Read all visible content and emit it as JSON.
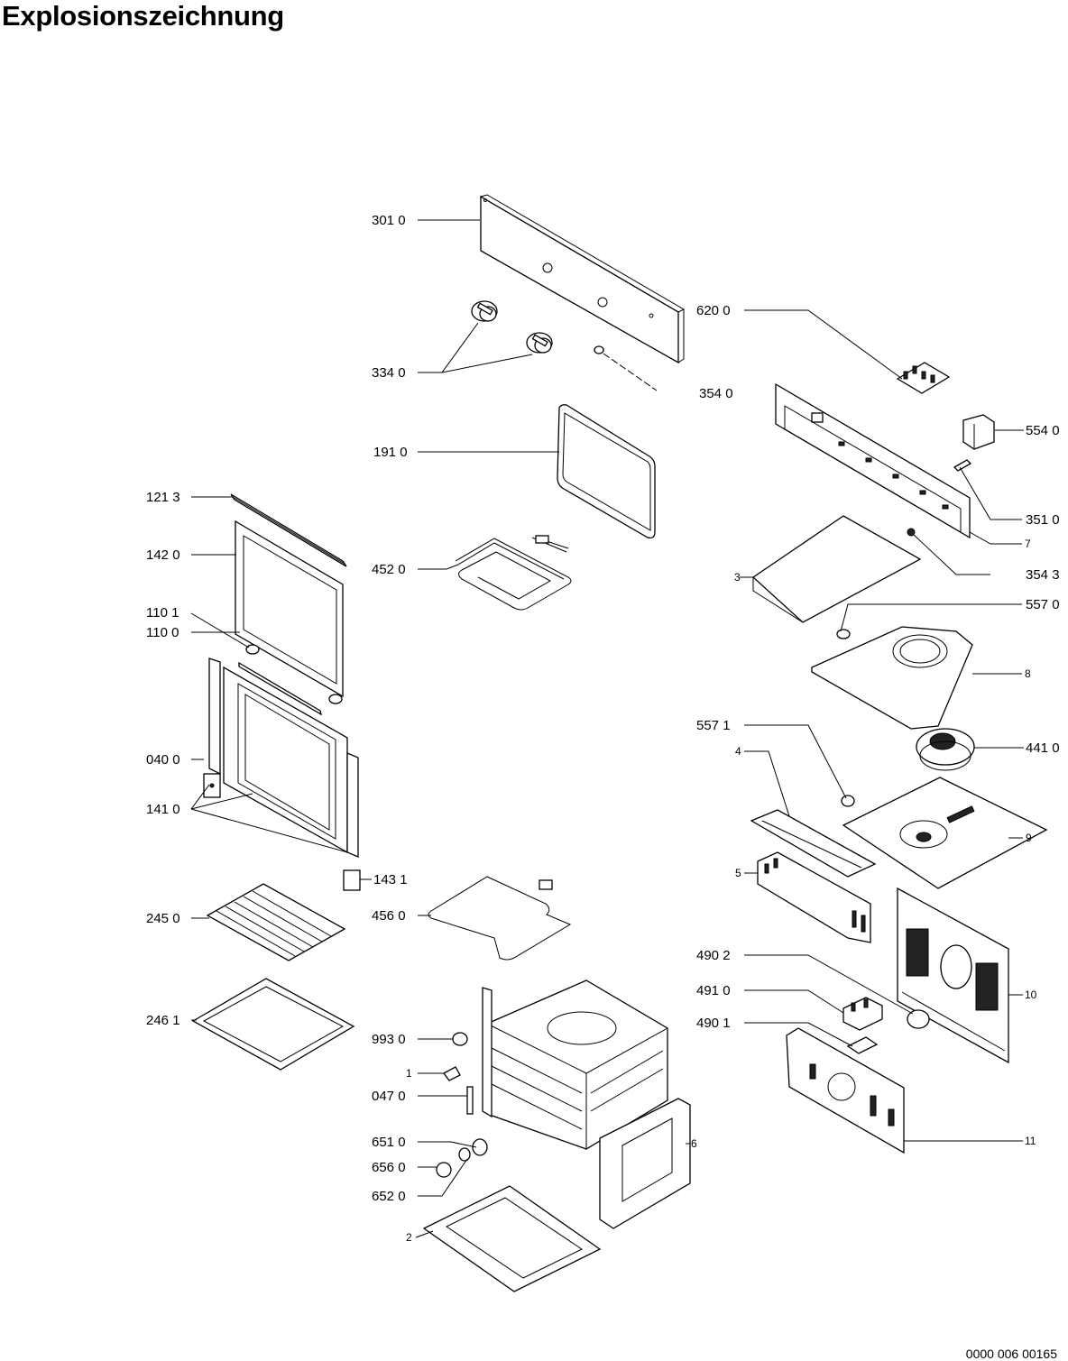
{
  "header": {
    "title": "Explosionszeichnung"
  },
  "footer": {
    "document_number": "0000 006 00165"
  },
  "callouts": [
    {
      "id": "301",
      "text": "301 0"
    },
    {
      "id": "334",
      "text": "334 0"
    },
    {
      "id": "620",
      "text": "620 0"
    },
    {
      "id": "354",
      "text": "354 0"
    },
    {
      "id": "554",
      "text": "554 0"
    },
    {
      "id": "191",
      "text": "191 0"
    },
    {
      "id": "351",
      "text": "351 0"
    },
    {
      "id": "7",
      "text": "7"
    },
    {
      "id": "1213",
      "text": "121 3"
    },
    {
      "id": "142",
      "text": "142 0"
    },
    {
      "id": "452",
      "text": "452 0"
    },
    {
      "id": "3543",
      "text": "354 3"
    },
    {
      "id": "3",
      "text": "3"
    },
    {
      "id": "557",
      "text": "557 0"
    },
    {
      "id": "1101",
      "text": "110 1"
    },
    {
      "id": "110",
      "text": "110 0"
    },
    {
      "id": "8",
      "text": "8"
    },
    {
      "id": "5571",
      "text": "557 1"
    },
    {
      "id": "040",
      "text": "040 0"
    },
    {
      "id": "441",
      "text": "441 0"
    },
    {
      "id": "4",
      "text": "4"
    },
    {
      "id": "141",
      "text": "141 0"
    },
    {
      "id": "9",
      "text": "9"
    },
    {
      "id": "5",
      "text": "5"
    },
    {
      "id": "1431",
      "text": "143 1"
    },
    {
      "id": "245",
      "text": "245 0"
    },
    {
      "id": "456",
      "text": "456 0"
    },
    {
      "id": "4902",
      "text": "490 2"
    },
    {
      "id": "10",
      "text": "10"
    },
    {
      "id": "491",
      "text": "491 0"
    },
    {
      "id": "2461",
      "text": "246 1"
    },
    {
      "id": "4901",
      "text": "490 1"
    },
    {
      "id": "993",
      "text": "993 0"
    },
    {
      "id": "1",
      "text": "1"
    },
    {
      "id": "047",
      "text": "047 0"
    },
    {
      "id": "11",
      "text": "11"
    },
    {
      "id": "651",
      "text": "651 0"
    },
    {
      "id": "6",
      "text": "6"
    },
    {
      "id": "656",
      "text": "656 0"
    },
    {
      "id": "652",
      "text": "652 0"
    },
    {
      "id": "2",
      "text": "2"
    }
  ]
}
